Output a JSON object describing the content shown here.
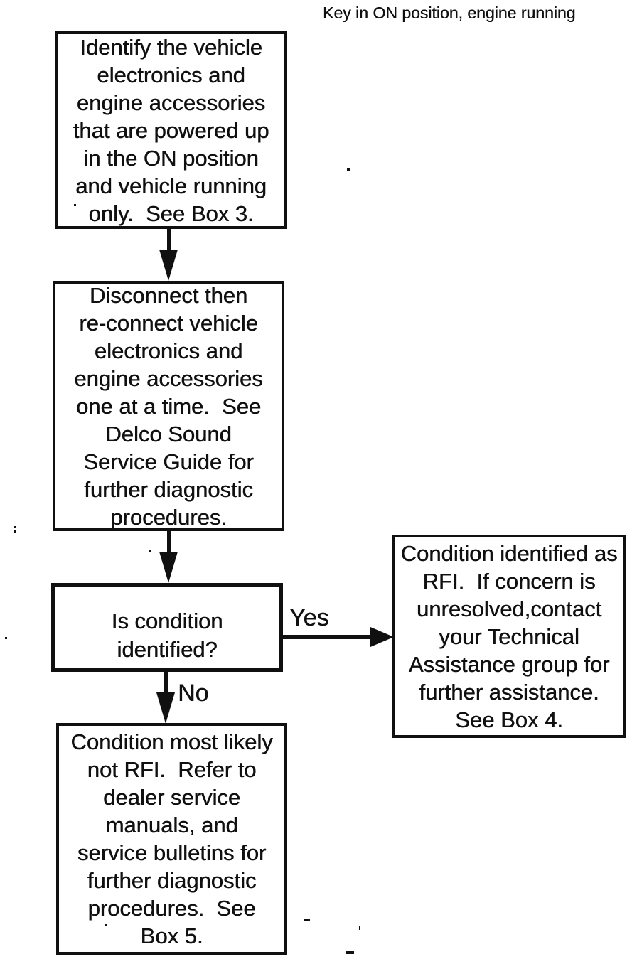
{
  "page": {
    "background_color": "#ffffff",
    "ink_color": "#101010"
  },
  "annotation": {
    "label": "Key in ON position, engine running"
  },
  "flowchart": {
    "nodes": {
      "identify": {
        "shape": "rectangle",
        "text": "Identify the vehicle\nelectronics and\nengine accessories\nthat are powered up\nin the ON position\nand vehicle running\nonly.  See Box 3."
      },
      "disconnect": {
        "shape": "rectangle",
        "text": "Disconnect then\nre-connect vehicle\nelectronics and\nengine accessories\none at a time.  See\nDelco Sound\nService Guide for\nfurther diagnostic\nprocedures."
      },
      "decision": {
        "shape": "rectangle",
        "text": "Is condition\nidentified?"
      },
      "condition_rfi": {
        "shape": "rectangle",
        "text": "Condition identified as\nRFI.  If concern is\nunresolved,contact\nyour Technical\nAssistance group for\nfurther assistance.\nSee Box 4."
      },
      "not_rfi": {
        "shape": "rectangle",
        "text": "Condition most likely\nnot RFI.  Refer to\ndealer service\nmanuals, and\nservice bulletins for\nfurther diagnostic\nprocedures.  See\nBox 5."
      }
    },
    "edges": [
      {
        "from": "identify",
        "to": "disconnect",
        "direction": "down",
        "label": ""
      },
      {
        "from": "disconnect",
        "to": "decision",
        "direction": "down",
        "label": ""
      },
      {
        "from": "decision",
        "to": "condition_rfi",
        "direction": "right",
        "label": "Yes"
      },
      {
        "from": "decision",
        "to": "not_rfi",
        "direction": "down",
        "label": "No"
      }
    ]
  }
}
